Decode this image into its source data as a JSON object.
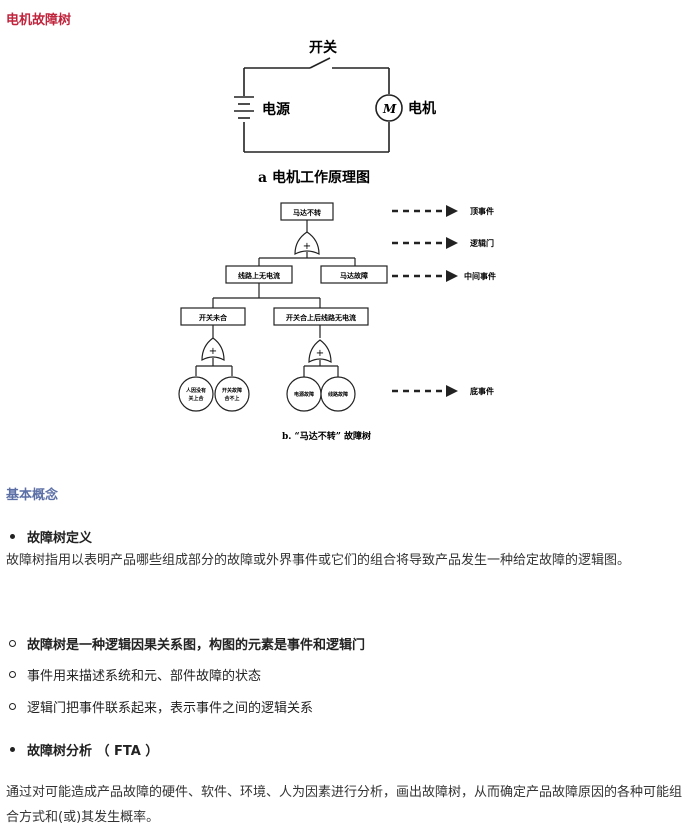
{
  "title": "电机故障树",
  "figure": {
    "circuit": {
      "switch_label": "开关",
      "power_label": "电源",
      "motor_symbol": "M",
      "motor_label": "电机",
      "caption": "a 电机工作原理图"
    },
    "tree": {
      "top_event": "马达不转",
      "mid_left": "线路上无电流",
      "mid_right": "马达故障",
      "low_left": "开关未合",
      "low_right": "开关合上后线路无电流",
      "leaf_1": [
        "人因没有",
        "关上合"
      ],
      "leaf_2": [
        "开关故障",
        "合不上"
      ],
      "leaf_3": "电源故障",
      "leaf_4": "线路故障",
      "gate_symbol": "+",
      "caption": "b. “马达不转” 故障树"
    },
    "legend": {
      "top": "顶事件",
      "gate": "逻辑门",
      "middle": "中间事件",
      "base": "底事件"
    }
  },
  "section_title": "基本概念",
  "items": {
    "def_heading": "故障树定义",
    "def_text": "故障树指用以表明产品哪些组成部分的故障或外界事件或它们的组合将导致产品发生一种给定故障的逻辑图。",
    "sub_1": "故障树是一种逻辑因果关系图，构图的元素是事件和逻辑门",
    "sub_2": "事件用来描述系统和元、部件故障的状态",
    "sub_3": "逻辑门把事件联系起来，表示事件之间的逻辑关系",
    "fta_heading": "故障树分析 （ FTA ）",
    "fta_text": "通过对可能造成产品故障的硬件、软件、环境、人为因素进行分析，画出故障树，从而确定产品故障原因的各种可能组合方式和(或)其发生概率。"
  }
}
